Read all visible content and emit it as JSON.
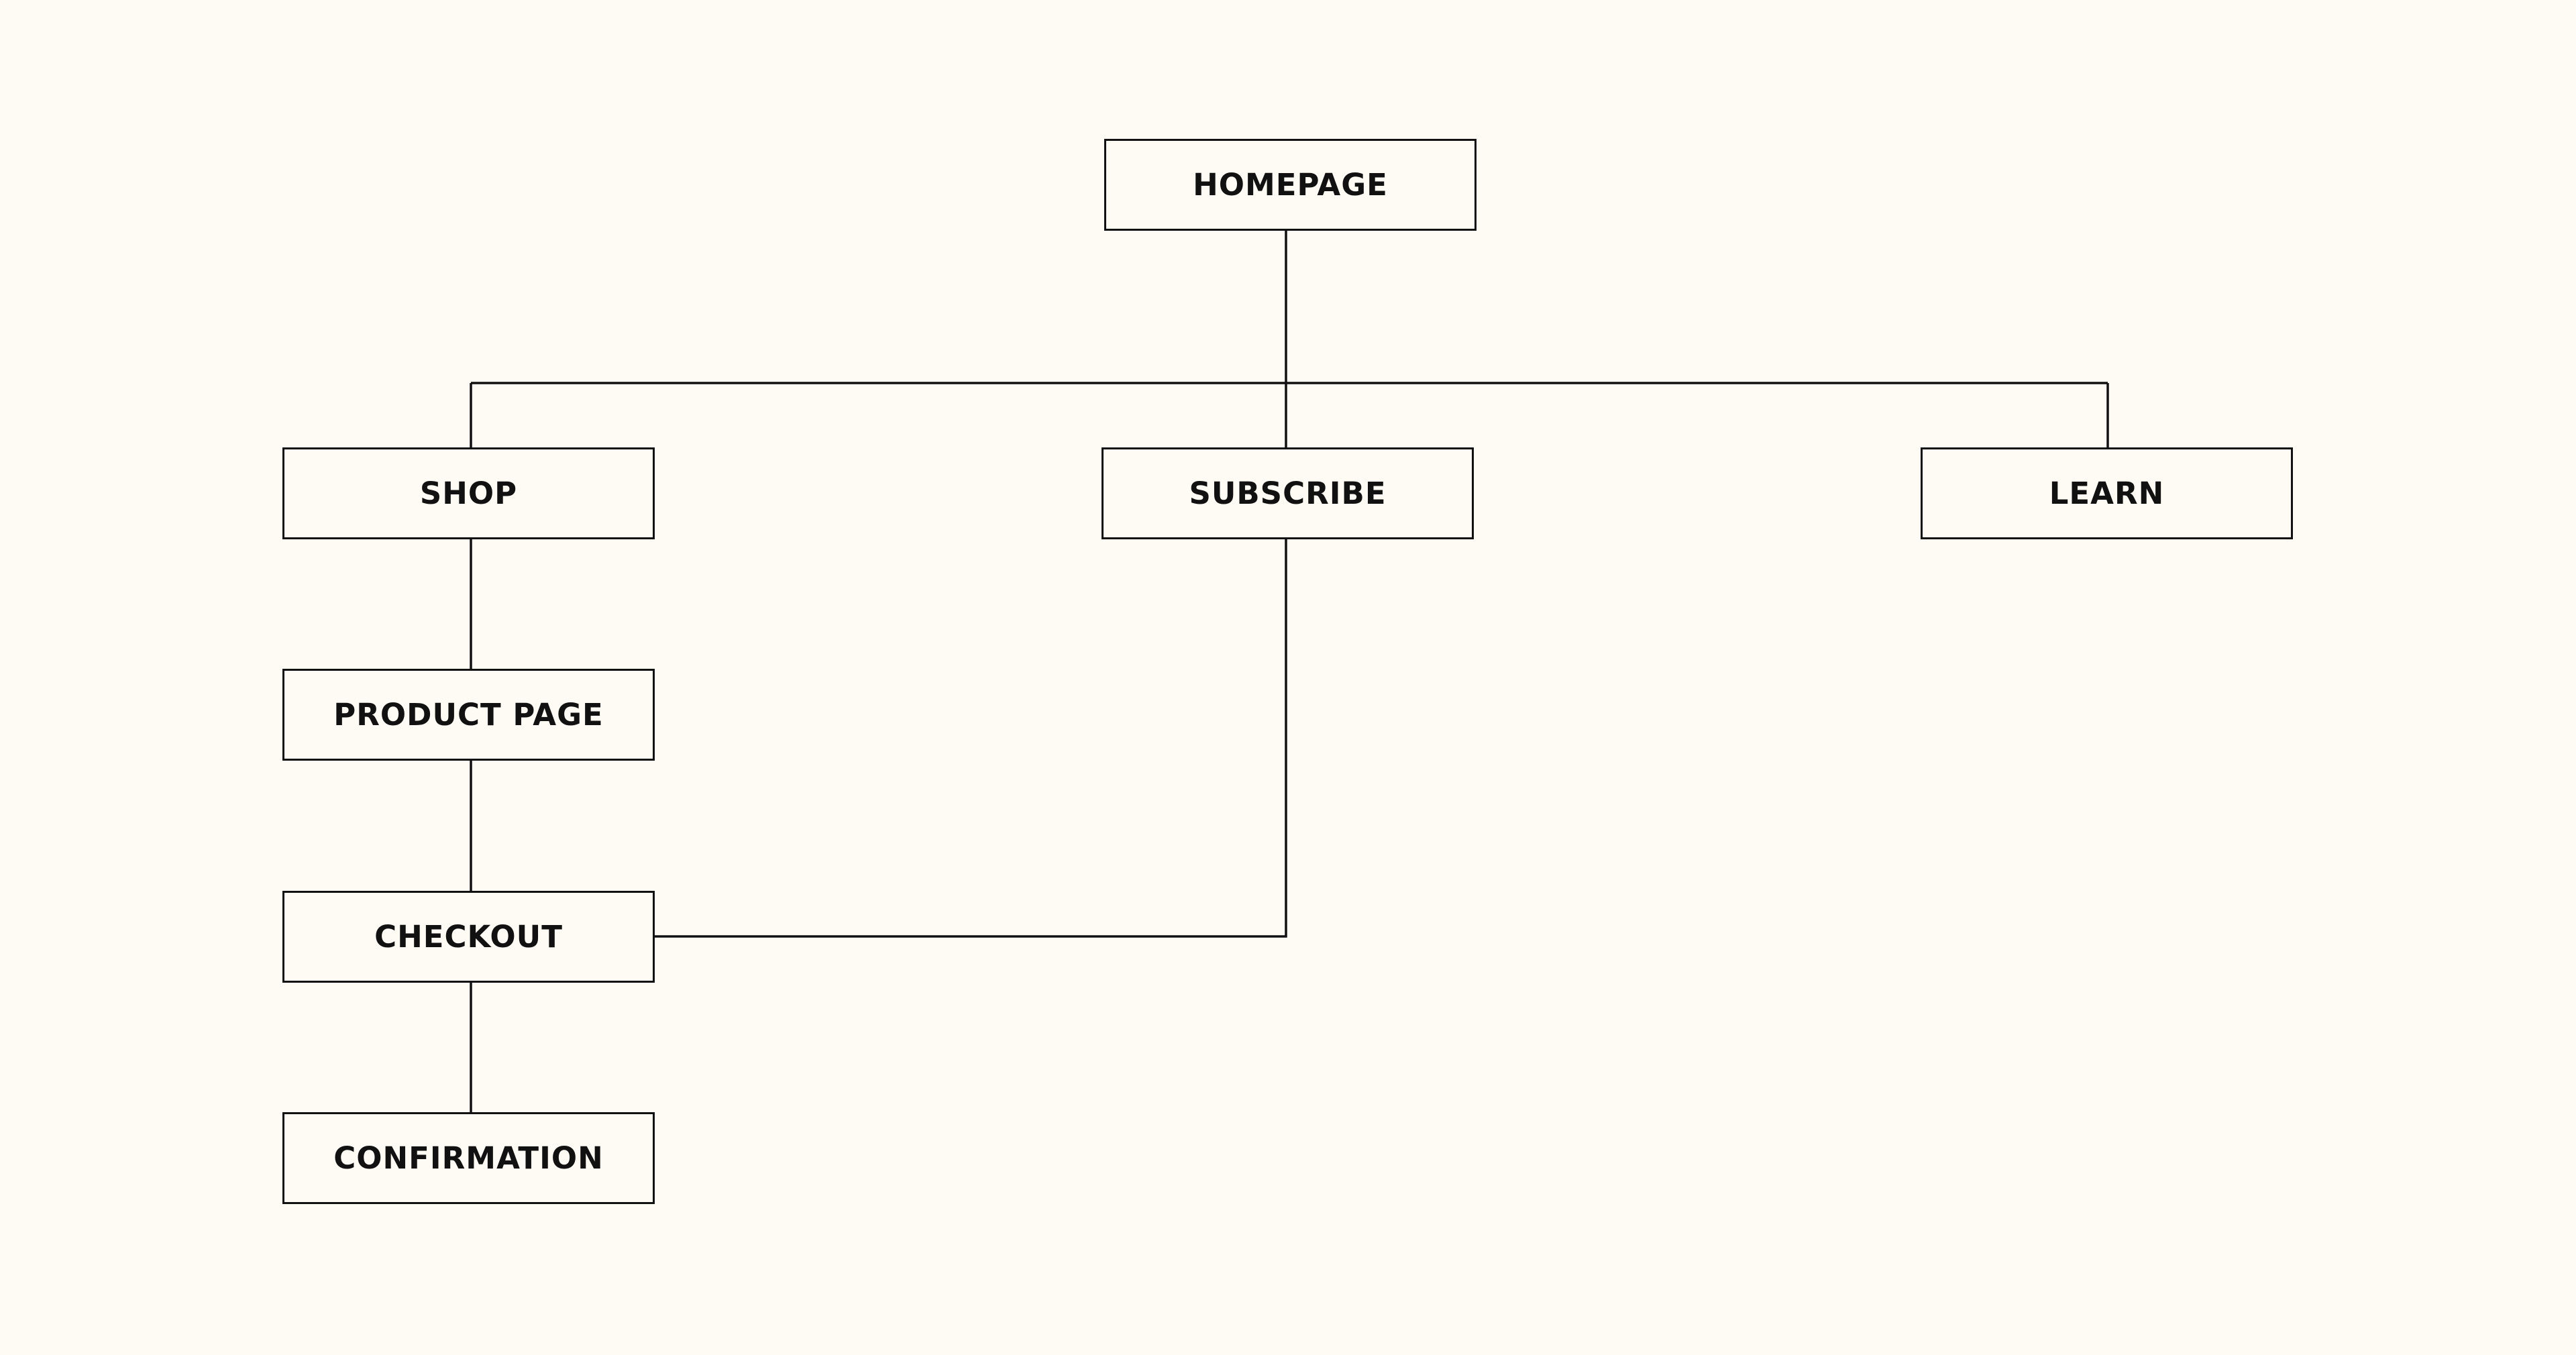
{
  "diagram": {
    "nodes": {
      "homepage": "HOMEPAGE",
      "shop": "SHOP",
      "subscribe": "SUBSCRIBE",
      "learn": "LEARN",
      "product_page": "PRODUCT PAGE",
      "checkout": "CHECKOUT",
      "confirmation": "CONFIRMATION"
    },
    "edges": [
      [
        "homepage",
        "shop"
      ],
      [
        "homepage",
        "subscribe"
      ],
      [
        "homepage",
        "learn"
      ],
      [
        "shop",
        "product_page"
      ],
      [
        "product_page",
        "checkout"
      ],
      [
        "subscribe",
        "checkout"
      ],
      [
        "checkout",
        "confirmation"
      ]
    ],
    "colors": {
      "background": "#fefaf4",
      "stroke": "#111111"
    }
  }
}
